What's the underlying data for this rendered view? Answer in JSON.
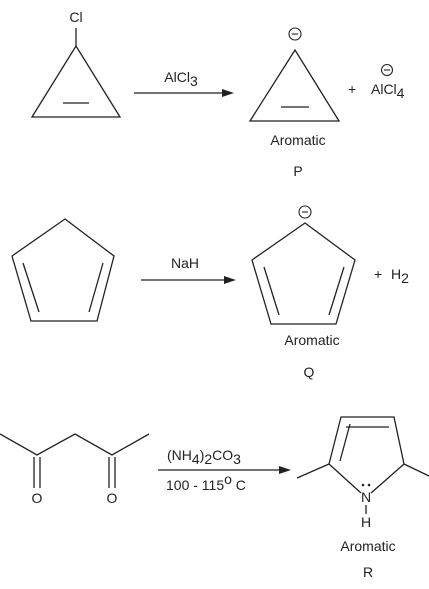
{
  "reactions": [
    {
      "reactant_atom": "Cl",
      "reagent": {
        "main": "AlCl",
        "sub": "3"
      },
      "byproduct": {
        "plus": "+",
        "main": "AlCl",
        "sub": "4"
      },
      "product_label": "Aromatic",
      "product_letter": "P"
    },
    {
      "reagent": "NaH",
      "byproduct": {
        "plus": "+",
        "main": "H",
        "sub": "2"
      },
      "product_label": "Aromatic",
      "product_letter": "Q"
    },
    {
      "reactant_atoms": [
        "O",
        "O"
      ],
      "reagent_top": {
        "a": "(NH",
        "sub1": "4",
        "b": ")",
        "sub2": "2",
        "c": "CO",
        "sub3": "3"
      },
      "reagent_bottom": {
        "a": "100 - 115",
        "sup": "o",
        "b": " C"
      },
      "product_atom_n": "N",
      "product_atom_h": "H",
      "product_label": "Aromatic",
      "product_letter": "R"
    }
  ],
  "colors": {
    "ink": "#222222",
    "background": "#ffffff"
  }
}
